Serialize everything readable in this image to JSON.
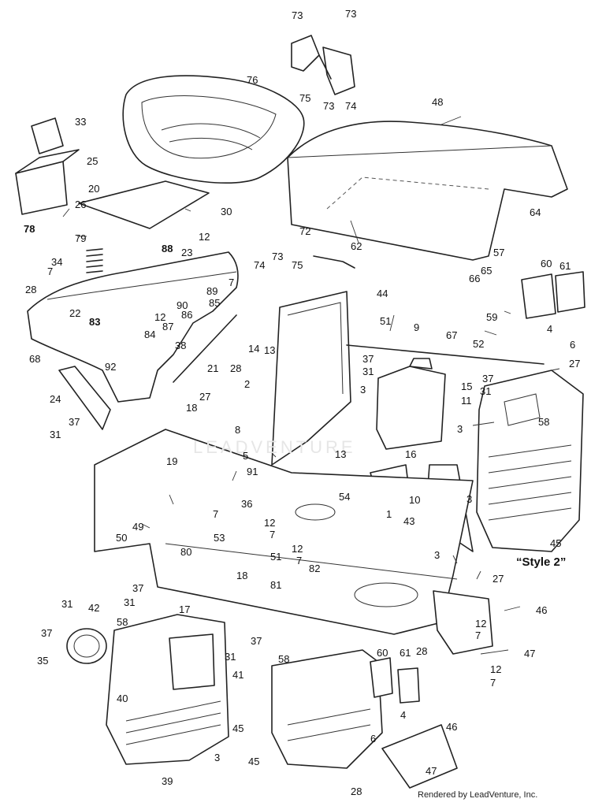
{
  "labels": [
    {
      "id": "73a",
      "text": "73"
    },
    {
      "id": "73b",
      "text": "73"
    },
    {
      "id": "73c",
      "text": "73"
    },
    {
      "id": "75a",
      "text": "75"
    },
    {
      "id": "74a",
      "text": "74"
    },
    {
      "id": "76",
      "text": "76"
    },
    {
      "id": "48",
      "text": "48"
    },
    {
      "id": "33",
      "text": "33"
    },
    {
      "id": "25",
      "text": "25"
    },
    {
      "id": "20",
      "text": "20"
    },
    {
      "id": "26",
      "text": "26"
    },
    {
      "id": "30",
      "text": "30"
    },
    {
      "id": "78",
      "text": "78"
    },
    {
      "id": "79",
      "text": "79"
    },
    {
      "id": "62",
      "text": "62"
    },
    {
      "id": "64",
      "text": "64"
    },
    {
      "id": "12a",
      "text": "12"
    },
    {
      "id": "88",
      "text": "88"
    },
    {
      "id": "23",
      "text": "23"
    },
    {
      "id": "34",
      "text": "34"
    },
    {
      "id": "7a",
      "text": "7"
    },
    {
      "id": "7b",
      "text": "7"
    },
    {
      "id": "72",
      "text": "72"
    },
    {
      "id": "73d",
      "text": "73"
    },
    {
      "id": "75b",
      "text": "75"
    },
    {
      "id": "74b",
      "text": "74"
    },
    {
      "id": "57",
      "text": "57"
    },
    {
      "id": "60a",
      "text": "60"
    },
    {
      "id": "61a",
      "text": "61"
    },
    {
      "id": "66",
      "text": "66"
    },
    {
      "id": "65",
      "text": "65"
    },
    {
      "id": "28a",
      "text": "28"
    },
    {
      "id": "89",
      "text": "89"
    },
    {
      "id": "85",
      "text": "85"
    },
    {
      "id": "44",
      "text": "44"
    },
    {
      "id": "22",
      "text": "22"
    },
    {
      "id": "90",
      "text": "90"
    },
    {
      "id": "86",
      "text": "86"
    },
    {
      "id": "12b",
      "text": "12"
    },
    {
      "id": "87",
      "text": "87"
    },
    {
      "id": "83",
      "text": "83"
    },
    {
      "id": "84",
      "text": "84"
    },
    {
      "id": "38",
      "text": "38"
    },
    {
      "id": "51a",
      "text": "51"
    },
    {
      "id": "9",
      "text": "9"
    },
    {
      "id": "67",
      "text": "67"
    },
    {
      "id": "59",
      "text": "59"
    },
    {
      "id": "52",
      "text": "52"
    },
    {
      "id": "4a",
      "text": "4"
    },
    {
      "id": "6a",
      "text": "6"
    },
    {
      "id": "68",
      "text": "68"
    },
    {
      "id": "14",
      "text": "14"
    },
    {
      "id": "13a",
      "text": "13"
    },
    {
      "id": "37a",
      "text": "37"
    },
    {
      "id": "31a",
      "text": "31"
    },
    {
      "id": "27a",
      "text": "27"
    },
    {
      "id": "92",
      "text": "92"
    },
    {
      "id": "21",
      "text": "21"
    },
    {
      "id": "28b",
      "text": "28"
    },
    {
      "id": "2",
      "text": "2"
    },
    {
      "id": "3a",
      "text": "3"
    },
    {
      "id": "15",
      "text": "15"
    },
    {
      "id": "11",
      "text": "11"
    },
    {
      "id": "37b",
      "text": "37"
    },
    {
      "id": "31b",
      "text": "31"
    },
    {
      "id": "24",
      "text": "24"
    },
    {
      "id": "27b",
      "text": "27"
    },
    {
      "id": "18a",
      "text": "18"
    },
    {
      "id": "58a",
      "text": "58"
    },
    {
      "id": "8",
      "text": "8"
    },
    {
      "id": "13b",
      "text": "13"
    },
    {
      "id": "3b",
      "text": "3"
    },
    {
      "id": "37c",
      "text": "37"
    },
    {
      "id": "31c",
      "text": "31"
    },
    {
      "id": "16",
      "text": "16"
    },
    {
      "id": "5",
      "text": "5"
    },
    {
      "id": "91",
      "text": "91"
    },
    {
      "id": "19",
      "text": "19"
    },
    {
      "id": "10",
      "text": "10"
    },
    {
      "id": "3c",
      "text": "3"
    },
    {
      "id": "36",
      "text": "36"
    },
    {
      "id": "7c",
      "text": "7"
    },
    {
      "id": "54",
      "text": "54"
    },
    {
      "id": "1",
      "text": "1"
    },
    {
      "id": "43",
      "text": "43"
    },
    {
      "id": "12c",
      "text": "12"
    },
    {
      "id": "7d",
      "text": "7"
    },
    {
      "id": "49",
      "text": "49"
    },
    {
      "id": "50",
      "text": "50"
    },
    {
      "id": "80",
      "text": "80"
    },
    {
      "id": "53",
      "text": "53"
    },
    {
      "id": "12d",
      "text": "12"
    },
    {
      "id": "51b",
      "text": "51"
    },
    {
      "id": "7e",
      "text": "7"
    },
    {
      "id": "82",
      "text": "82"
    },
    {
      "id": "45a",
      "text": "45"
    },
    {
      "id": "3d",
      "text": "3"
    },
    {
      "id": "27c",
      "text": "27"
    },
    {
      "id": "18b",
      "text": "18"
    },
    {
      "id": "81",
      "text": "81"
    },
    {
      "id": "37d",
      "text": "37"
    },
    {
      "id": "31d",
      "text": "31"
    },
    {
      "id": "46a",
      "text": "46"
    },
    {
      "id": "17",
      "text": "17"
    },
    {
      "id": "31e",
      "text": "31"
    },
    {
      "id": "42",
      "text": "42"
    },
    {
      "id": "58b",
      "text": "58"
    },
    {
      "id": "37e",
      "text": "37"
    },
    {
      "id": "12e",
      "text": "12"
    },
    {
      "id": "7f",
      "text": "7"
    },
    {
      "id": "37f",
      "text": "37"
    },
    {
      "id": "35",
      "text": "35"
    },
    {
      "id": "31f",
      "text": "31"
    },
    {
      "id": "28c",
      "text": "28"
    },
    {
      "id": "47a",
      "text": "47"
    },
    {
      "id": "58c",
      "text": "58"
    },
    {
      "id": "60b",
      "text": "60"
    },
    {
      "id": "61b",
      "text": "61"
    },
    {
      "id": "12f",
      "text": "12"
    },
    {
      "id": "7g",
      "text": "7"
    },
    {
      "id": "41",
      "text": "41"
    },
    {
      "id": "40",
      "text": "40"
    },
    {
      "id": "4b",
      "text": "4"
    },
    {
      "id": "45b",
      "text": "45"
    },
    {
      "id": "6b",
      "text": "6"
    },
    {
      "id": "46b",
      "text": "46"
    },
    {
      "id": "3e",
      "text": "3"
    },
    {
      "id": "39",
      "text": "39"
    },
    {
      "id": "45c",
      "text": "45"
    },
    {
      "id": "47b",
      "text": "47"
    },
    {
      "id": "28d",
      "text": "28"
    }
  ],
  "style_note": "“Style 2”",
  "credit": "Rendered by LeadVenture, Inc.",
  "watermark": "LEADVENTURE"
}
